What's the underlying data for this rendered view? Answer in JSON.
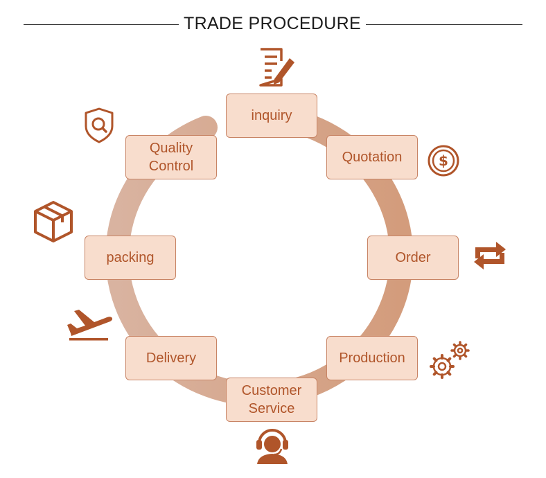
{
  "header": {
    "title": "TRADE PROCEDURE"
  },
  "colors": {
    "accent": "#b0552a",
    "box_fill": "#f8ddcd",
    "box_border": "#c88465",
    "ring": "#d7a589"
  },
  "steps": [
    {
      "label": "inquiry",
      "icon": "document-pen-icon"
    },
    {
      "label": "Quotation",
      "icon": "dollar-coin-icon"
    },
    {
      "label": "Order",
      "icon": "refresh-arrows-icon"
    },
    {
      "label": "Production",
      "icon": "gears-icon"
    },
    {
      "label": "Customer\nService",
      "icon": "headset-person-icon"
    },
    {
      "label": "Delivery",
      "icon": "airplane-icon"
    },
    {
      "label": "packing",
      "icon": "box-icon"
    },
    {
      "label": "Quality\nControl",
      "icon": "shield-search-icon"
    }
  ]
}
